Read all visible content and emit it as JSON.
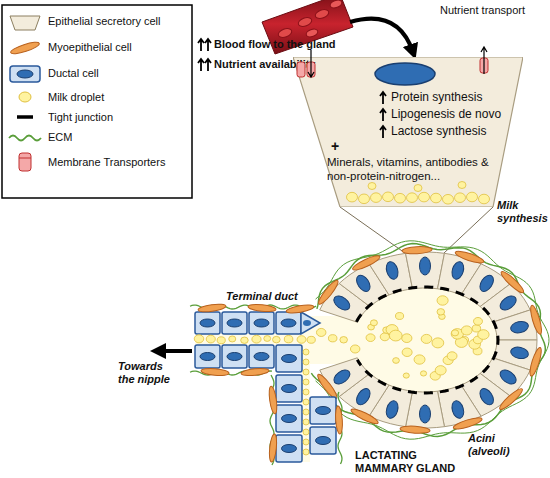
{
  "diagram": {
    "nodes": [
      {
        "text": [
          "Protein synthesis",
          "Lipogenesis de novo",
          "Lactose synthesis",
          "+",
          "Minerals, vitamins, antibodies & non-protein-nitrogen..."
        ]
      }
    ],
    "labels": [
      "Blood flow to the gland",
      "Nutrient availability",
      "Nutrient transport",
      "Milk synthesis",
      "Terminal duct",
      "Towards the nipple",
      "Acini (alveoli)",
      "LACTATING MAMMARY GLAND"
    ],
    "legend": [
      {
        "text": "Epithelial secretory cell"
      },
      {
        "text": "Myoepithelial cell"
      },
      {
        "text": "Ductal cell"
      },
      {
        "text": "Milk droplet"
      },
      {
        "text": "Tight junction"
      },
      {
        "text": "ECM"
      },
      {
        "text": "Membrane Transporters"
      }
    ]
  }
}
